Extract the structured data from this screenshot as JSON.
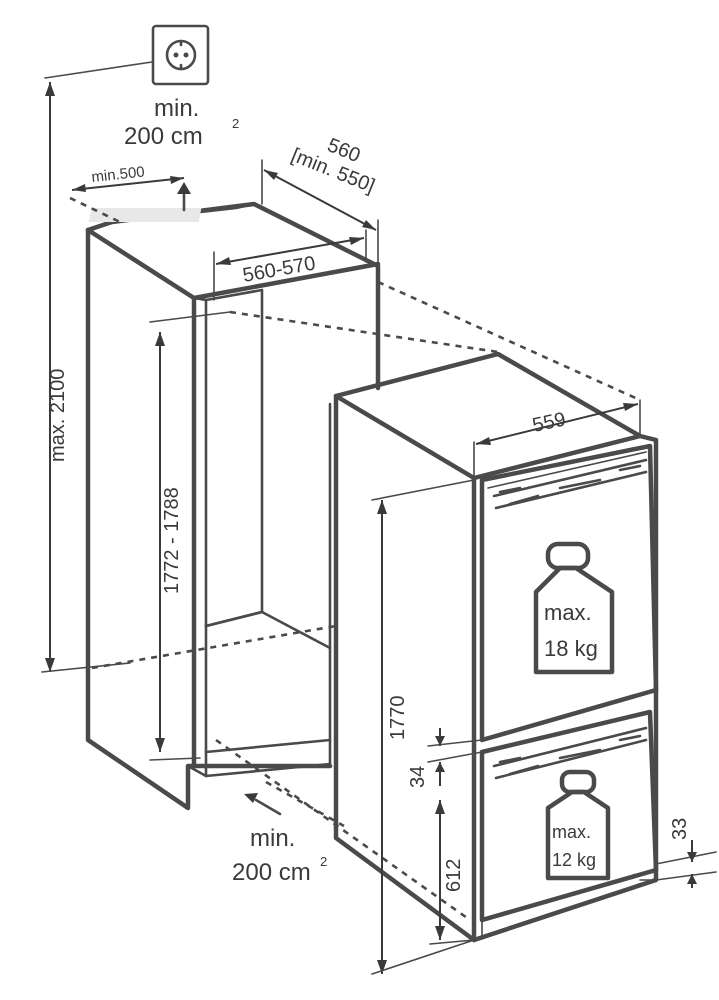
{
  "vent_top": {
    "line1": "min.",
    "line2": "200 cm",
    "sup": "2"
  },
  "vent_bottom": {
    "line1": "min.",
    "line2": "200 cm",
    "sup": "2"
  },
  "dims": {
    "depth_outer": "560",
    "depth_min": "[min. 550]",
    "min_500": "min.500",
    "niche_width": "560-570",
    "max_height": "max. 2100",
    "niche_height": "1772 - 1788",
    "appliance_width": "559",
    "appliance_height": "1770",
    "gap_34": "34",
    "dim_612": "612",
    "dim_33": "33"
  },
  "weights": {
    "upper_line1": "max.",
    "upper_line2": "18 kg",
    "lower_line1": "max.",
    "lower_line2": "12 kg"
  },
  "colors": {
    "line": "#4a4a4a",
    "weight_fill": "#ffffff"
  }
}
